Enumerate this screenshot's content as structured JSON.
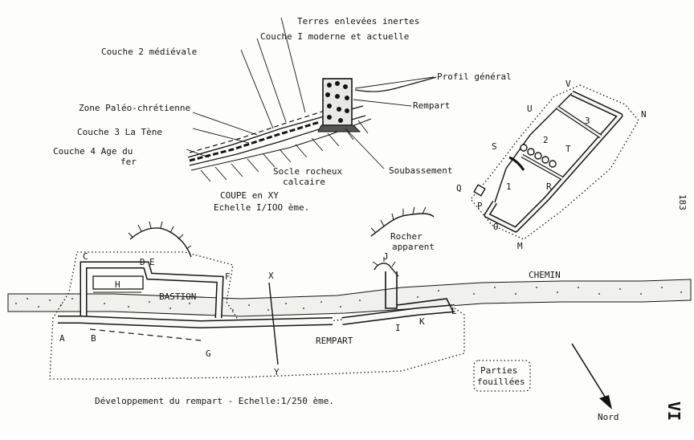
{
  "section": {
    "terres": "Terres enlevées inertes",
    "couche1": "Couche I moderne et actuelle",
    "couche2": "Couche 2 médiévale",
    "profil": "Profil général",
    "rempart": "Rempart",
    "zone": "Zone Paléo-chrétienne",
    "couche3": "Couche 3 La Tène",
    "couche4_l1": "Couche 4 Age du",
    "couche4_l2": "fer",
    "socle_l1": "Socle rocheux",
    "socle_l2": "calcaire",
    "soubassement": "Soubassement",
    "coupe": "COUPE en XY",
    "echelle": "Echelle I/IOO ème."
  },
  "plan": {
    "bastion": "BASTION",
    "rempart": "REMPART",
    "chemin": "CHEMIN",
    "rocher_l1": "Rocher",
    "rocher_l2": "apparent",
    "parties_l1": "Parties",
    "parties_l2": "fouillées",
    "nord": "Nord",
    "caption": "Développement du rempart - Echelle:1/250 ème.",
    "letters": {
      "A": "A",
      "B": "B",
      "C": "C",
      "D": "D",
      "E": "E",
      "F": "F",
      "G": "G",
      "H": "H",
      "I": "I",
      "J": "J",
      "K": "K",
      "L": "L",
      "X": "X",
      "Y": "Y"
    }
  },
  "detail": {
    "letters": {
      "M": "M",
      "N": "N",
      "O": "O",
      "P": "P",
      "Q": "Q",
      "R": "R",
      "S": "S",
      "T": "T",
      "U": "U",
      "V": "V"
    },
    "rooms": {
      "r1": "1",
      "r2": "2",
      "r3": "3"
    }
  },
  "page": {
    "number": "183",
    "plate": "VI"
  }
}
